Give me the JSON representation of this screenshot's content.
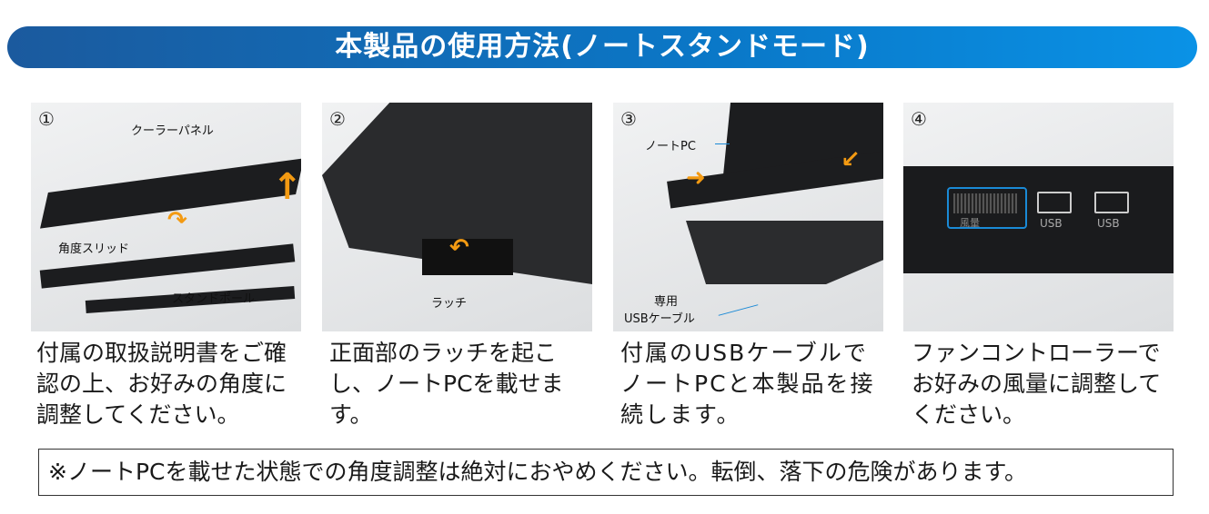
{
  "title": "本製品の使用方法(ノートスタンドモード)",
  "steps": [
    {
      "number": "①",
      "labels": [
        "クーラーパネル",
        "角度スリッド",
        "スタンドポール"
      ],
      "text": "付属の取扱説明書をご確認の上、お好みの角度に調整してください。"
    },
    {
      "number": "②",
      "labels": [
        "ラッチ"
      ],
      "text": "正面部のラッチを起こし、ノートPCを載せます。"
    },
    {
      "number": "③",
      "labels": [
        "ノートPC",
        "専用",
        "USBケーブル"
      ],
      "text": "付属のUSBケーブルでノートPCと本製品を接続します。"
    },
    {
      "number": "④",
      "labels": [
        "風量",
        "USB",
        "USB"
      ],
      "text": "ファンコントローラーでお好みの風量に調整してください。"
    }
  ],
  "warning": "※ノートPCを載せた状態での角度調整は絶対におやめください。転倒、落下の危険があります。",
  "colors": {
    "banner": "#0a78c8",
    "arrow": "#f39a12",
    "callout": "#1a8ad6"
  }
}
